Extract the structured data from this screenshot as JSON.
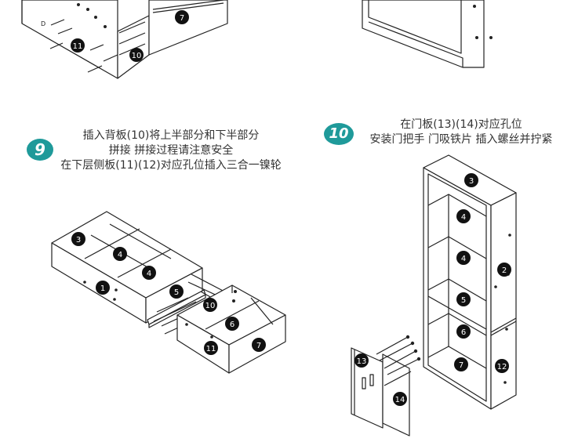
{
  "steps": {
    "step9": {
      "number": "9",
      "lines": [
        "插入背板(10)将上半部分和下半部分",
        "拼接 拼接过程请注意安全",
        "在下层侧板(11)(12)对应孔位插入三合一镍轮"
      ]
    },
    "step10": {
      "number": "10",
      "lines": [
        "在门板(13)(14)对应孔位",
        "安装门把手 门吸铁片 插入螺丝并拧紧"
      ]
    }
  },
  "labels": {
    "top_d": "D",
    "top_11": "11",
    "top_10": "10",
    "top_7": "7",
    "s9_1": "1",
    "s9_3": "3",
    "s9_4a": "4",
    "s9_4b": "4",
    "s9_5": "5",
    "s9_6": "6",
    "s9_7": "7",
    "s9_10": "10",
    "s9_11": "11",
    "s10_2": "2",
    "s10_3": "3",
    "s10_4a": "4",
    "s10_4b": "4",
    "s10_5": "5",
    "s10_6": "6",
    "s10_7": "7",
    "s10_12": "12",
    "s10_13": "13",
    "s10_14": "14"
  }
}
